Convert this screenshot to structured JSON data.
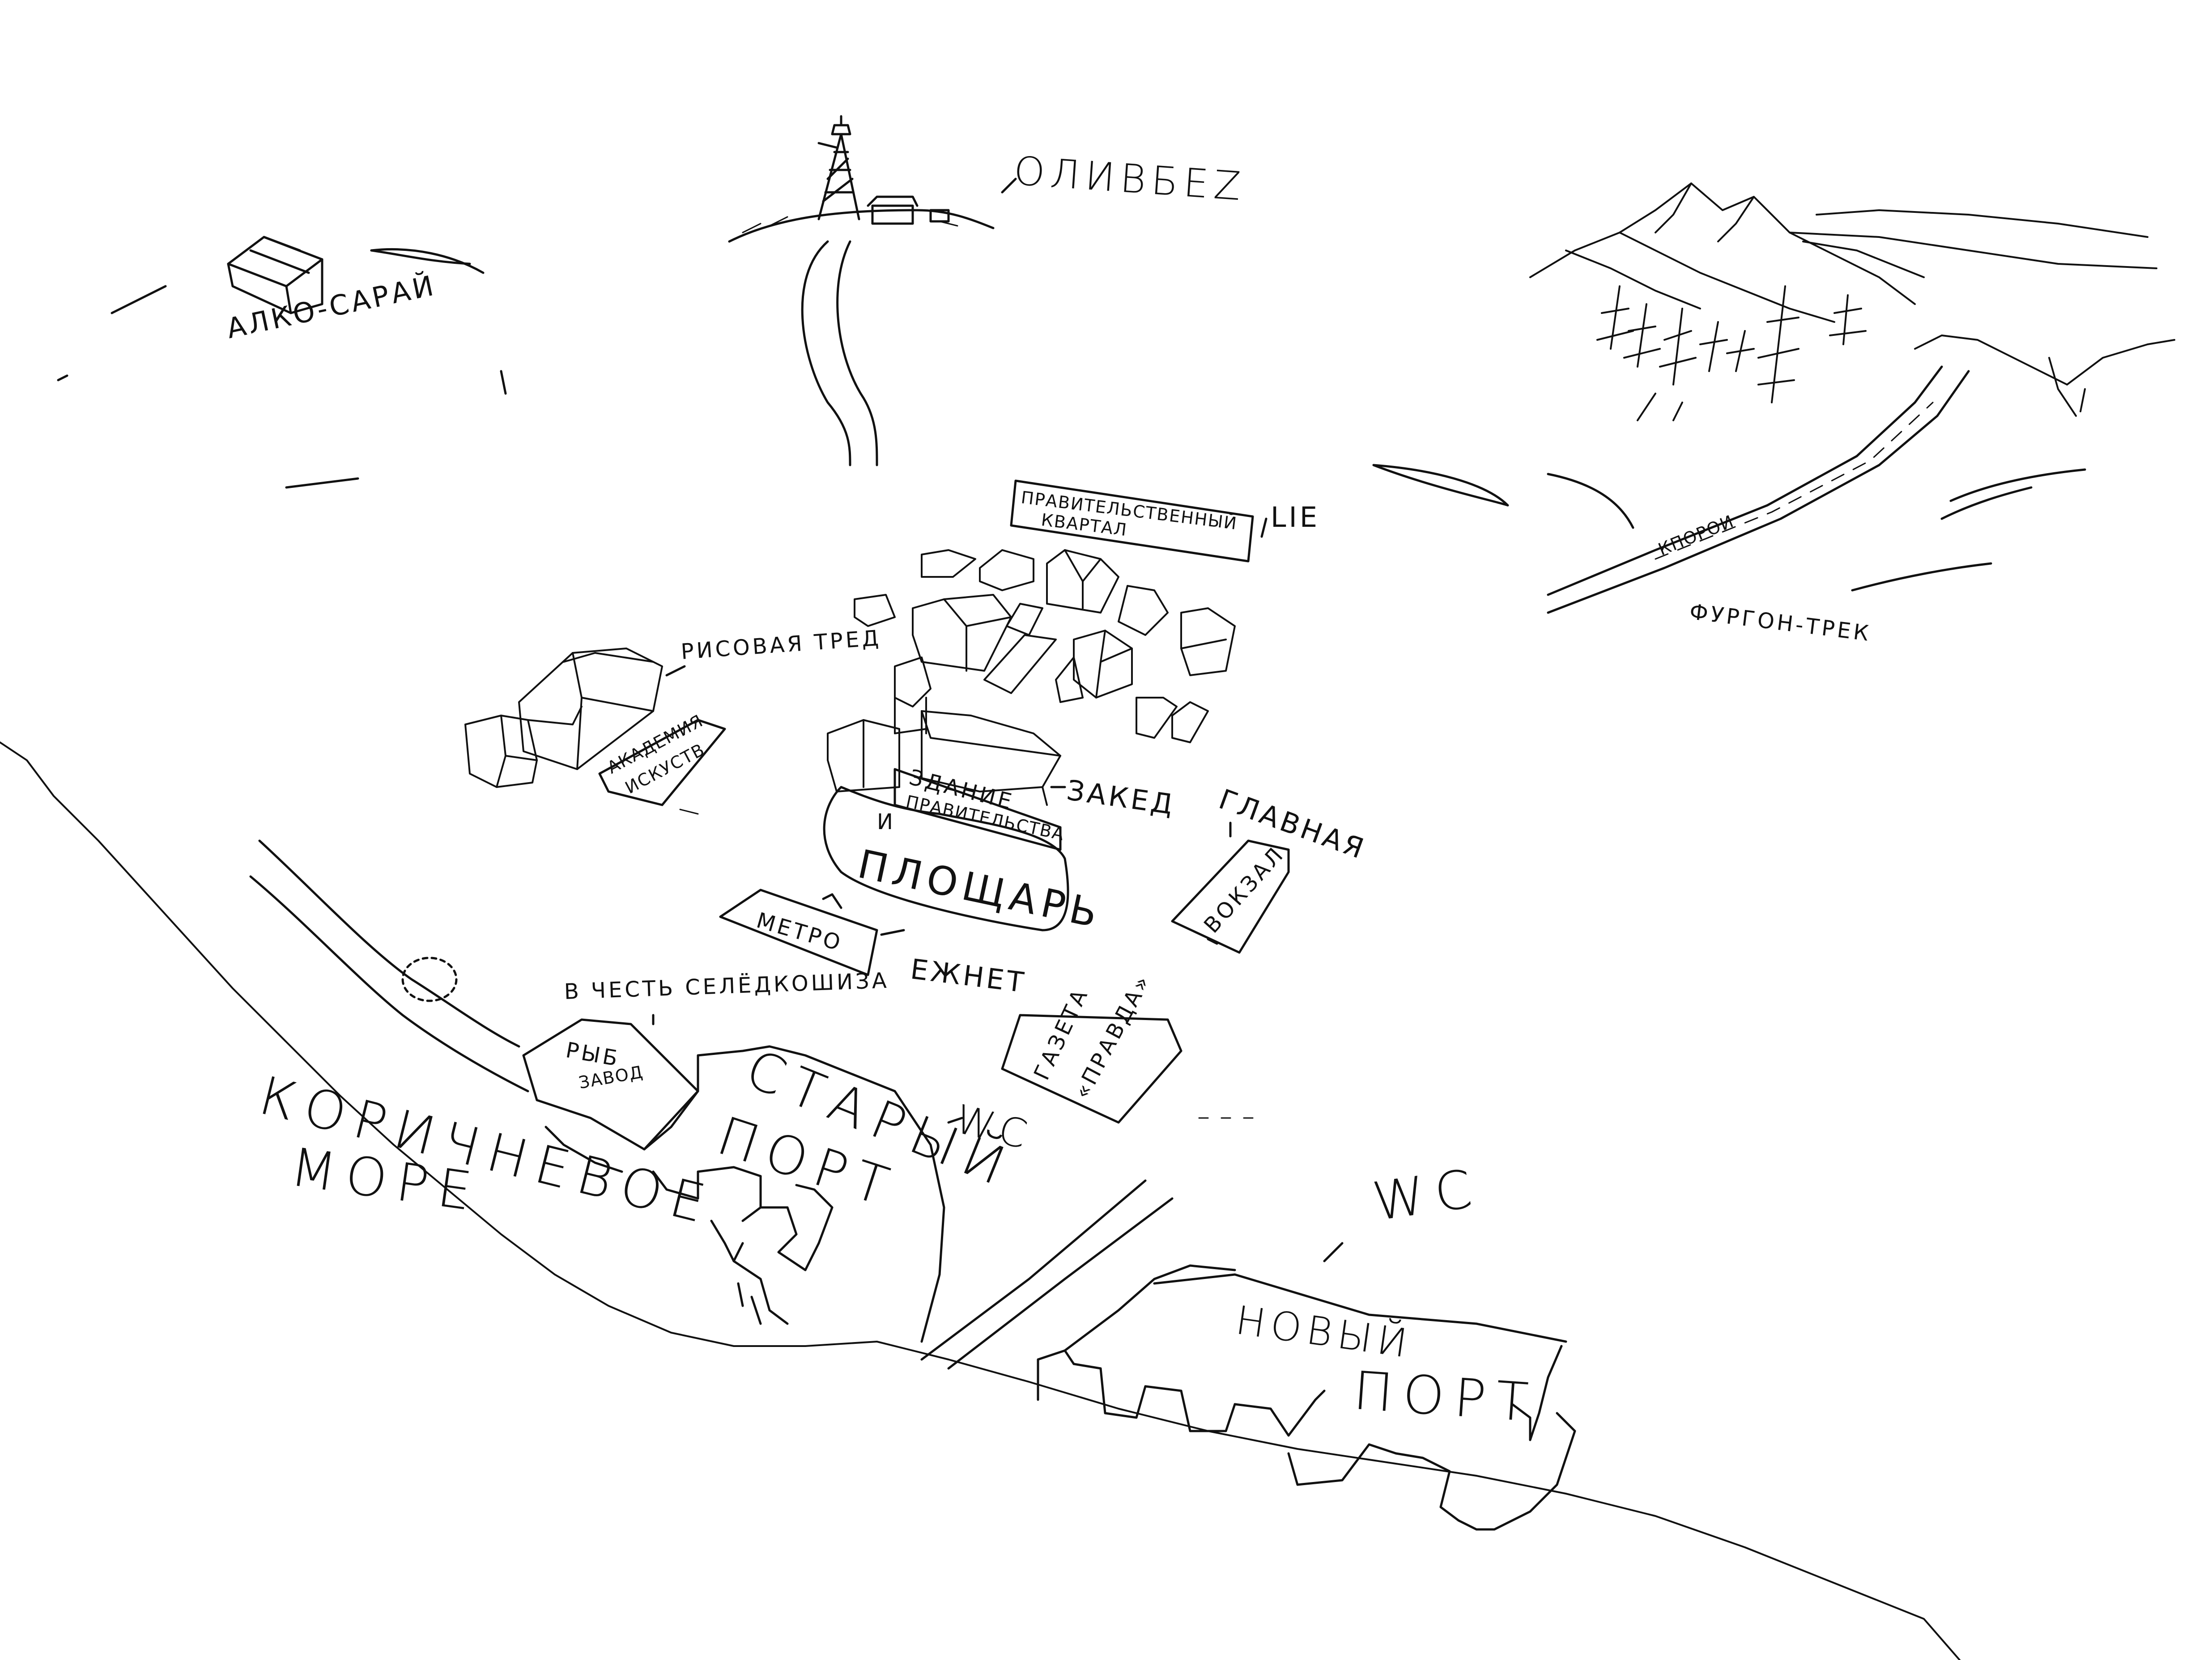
{
  "map": {
    "ink_color": "#111111",
    "paper_color": "#ffffff",
    "labels": {
      "alko_sarai": "АЛКО-САРАЙ",
      "olivbez": "ОЛИВБЕZ",
      "gov_quarter_line1": "ПРАВИТЕЛЬСТВЕННЫЙ",
      "gov_quarter_line2": "КВАРТАЛ",
      "lie": "LIE",
      "kpopou": "КПОРОИ",
      "furgon_trek": "ФУРГОН-ТРЕК",
      "risova_tred": "РИСОВАЯ ТРЕД",
      "academy_line1": "АКАДЕМИЯ",
      "academy_line2": "ИСКУСТВ",
      "zaked": "ЗАКЕД",
      "gov_building_line1": "ЗДАНИЕ",
      "gov_building_line2": "ПРАВИТЕЛЬСТВА",
      "gov_building_line3": "И",
      "square": "ПЛОЩАРЬ",
      "glavnaya": "ГЛАВНАЯ",
      "vokzal": "ВОКЗАЛ",
      "metro": "МЕТРО",
      "ezhnet": "ЕЖНЕТ",
      "herring_tribute": "В ЧЕСТЬ СЕЛЁДКОШИЗА",
      "fish_factory_line1": "РЫБ",
      "fish_factory_line2": "ЗАВОД",
      "newspaper_line1": "ГАЗЕТА",
      "newspaper_line2": "«ПРАВДА»",
      "sea_line1": "КОРИЧНЕВОЕ",
      "sea_line2": "МОРЕ",
      "old_port_line1": "СТАРЫЙ",
      "old_port_line2": "ПОРТ",
      "wc_old": "WC",
      "wc_new": "WC",
      "new_port_line1": "НОВЫЙ",
      "new_port_line2": "ПОРТ"
    }
  }
}
